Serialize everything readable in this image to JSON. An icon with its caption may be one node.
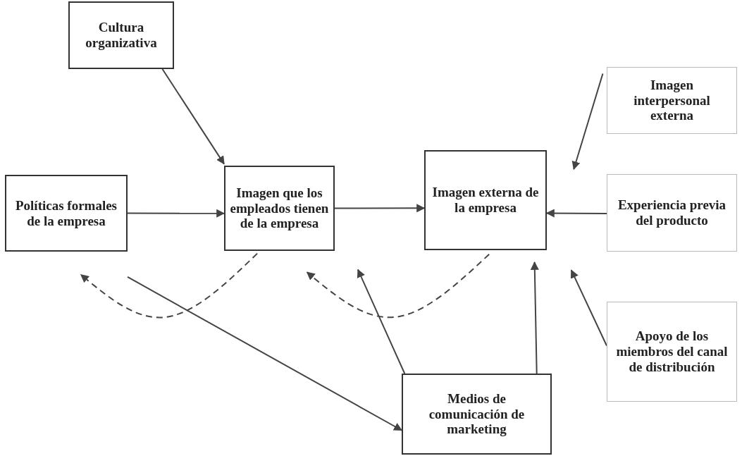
{
  "diagram": {
    "nodes": [
      {
        "text": [
          "Cultura organizativa"
        ]
      },
      {
        "text": [
          "Políticas formales de la empresa"
        ]
      },
      {
        "text": [
          "Imagen que los empleados tienen de la empresa"
        ]
      },
      {
        "text": [
          "Imagen externa de la empresa"
        ]
      },
      {
        "text": [
          "Imagen interpersonal externa"
        ]
      },
      {
        "text": [
          "Experiencia previa del producto"
        ]
      },
      {
        "text": [
          "Apoyo de los miembros del canal de distribución"
        ]
      },
      {
        "text": [
          "Medios de comunicación de marketing"
        ]
      }
    ],
    "edges": [
      {
        "from": 0,
        "to": 2,
        "arrow": "to"
      },
      {
        "from": 1,
        "to": 2,
        "arrow": "to"
      },
      {
        "from": 2,
        "to": 3,
        "arrow": "to"
      },
      {
        "from": 4,
        "to": 3,
        "arrow": "to"
      },
      {
        "from": 5,
        "to": 3,
        "arrow": "to"
      },
      {
        "from": 6,
        "to": 3,
        "arrow": "to"
      },
      {
        "from": 7,
        "to": 3,
        "arrow": "to"
      },
      {
        "from": 7,
        "to": 2,
        "arrow": "to"
      },
      {
        "from": 1,
        "to": 7,
        "arrow": "to"
      },
      {
        "from": 2,
        "to": 1,
        "arrow": "to",
        "style": "dashed"
      },
      {
        "from": 3,
        "to": 2,
        "arrow": "to",
        "style": "dashed"
      }
    ]
  }
}
